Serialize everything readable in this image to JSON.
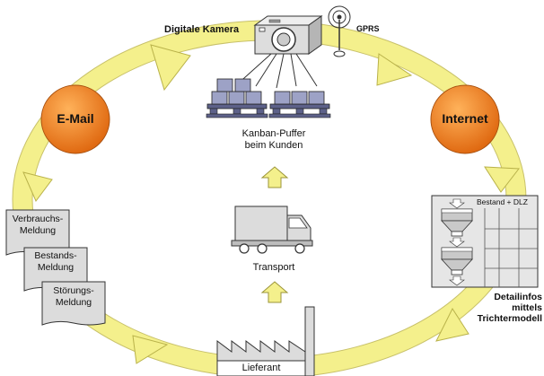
{
  "camera": {
    "label": "Digitale Kamera",
    "gprs_label": "GPRS"
  },
  "email": {
    "label": "E-Mail"
  },
  "internet": {
    "label": "Internet"
  },
  "buffer": {
    "label_line1": "Kanban-Puffer",
    "label_line2": "beim Kunden"
  },
  "transport": {
    "label": "Transport"
  },
  "supplier": {
    "label": "Lieferant"
  },
  "documents": [
    {
      "line1": "Verbrauchs-",
      "line2": "Meldung"
    },
    {
      "line1": "Bestands-",
      "line2": "Meldung"
    },
    {
      "line1": "Störungs-",
      "line2": "Meldung"
    }
  ],
  "funnel_panel": {
    "header": "Bestand + DLZ"
  },
  "detail": {
    "line1": "Detailinfos",
    "line2": "mittels",
    "line3": "Trichtermodell"
  },
  "colors": {
    "ring": "#f4f08c",
    "ring_stroke": "#b9b24a",
    "node": "#f07d1e",
    "box_top": "#c4c7de",
    "box_front": "#9da2c6",
    "pallet": "#5d6189"
  }
}
